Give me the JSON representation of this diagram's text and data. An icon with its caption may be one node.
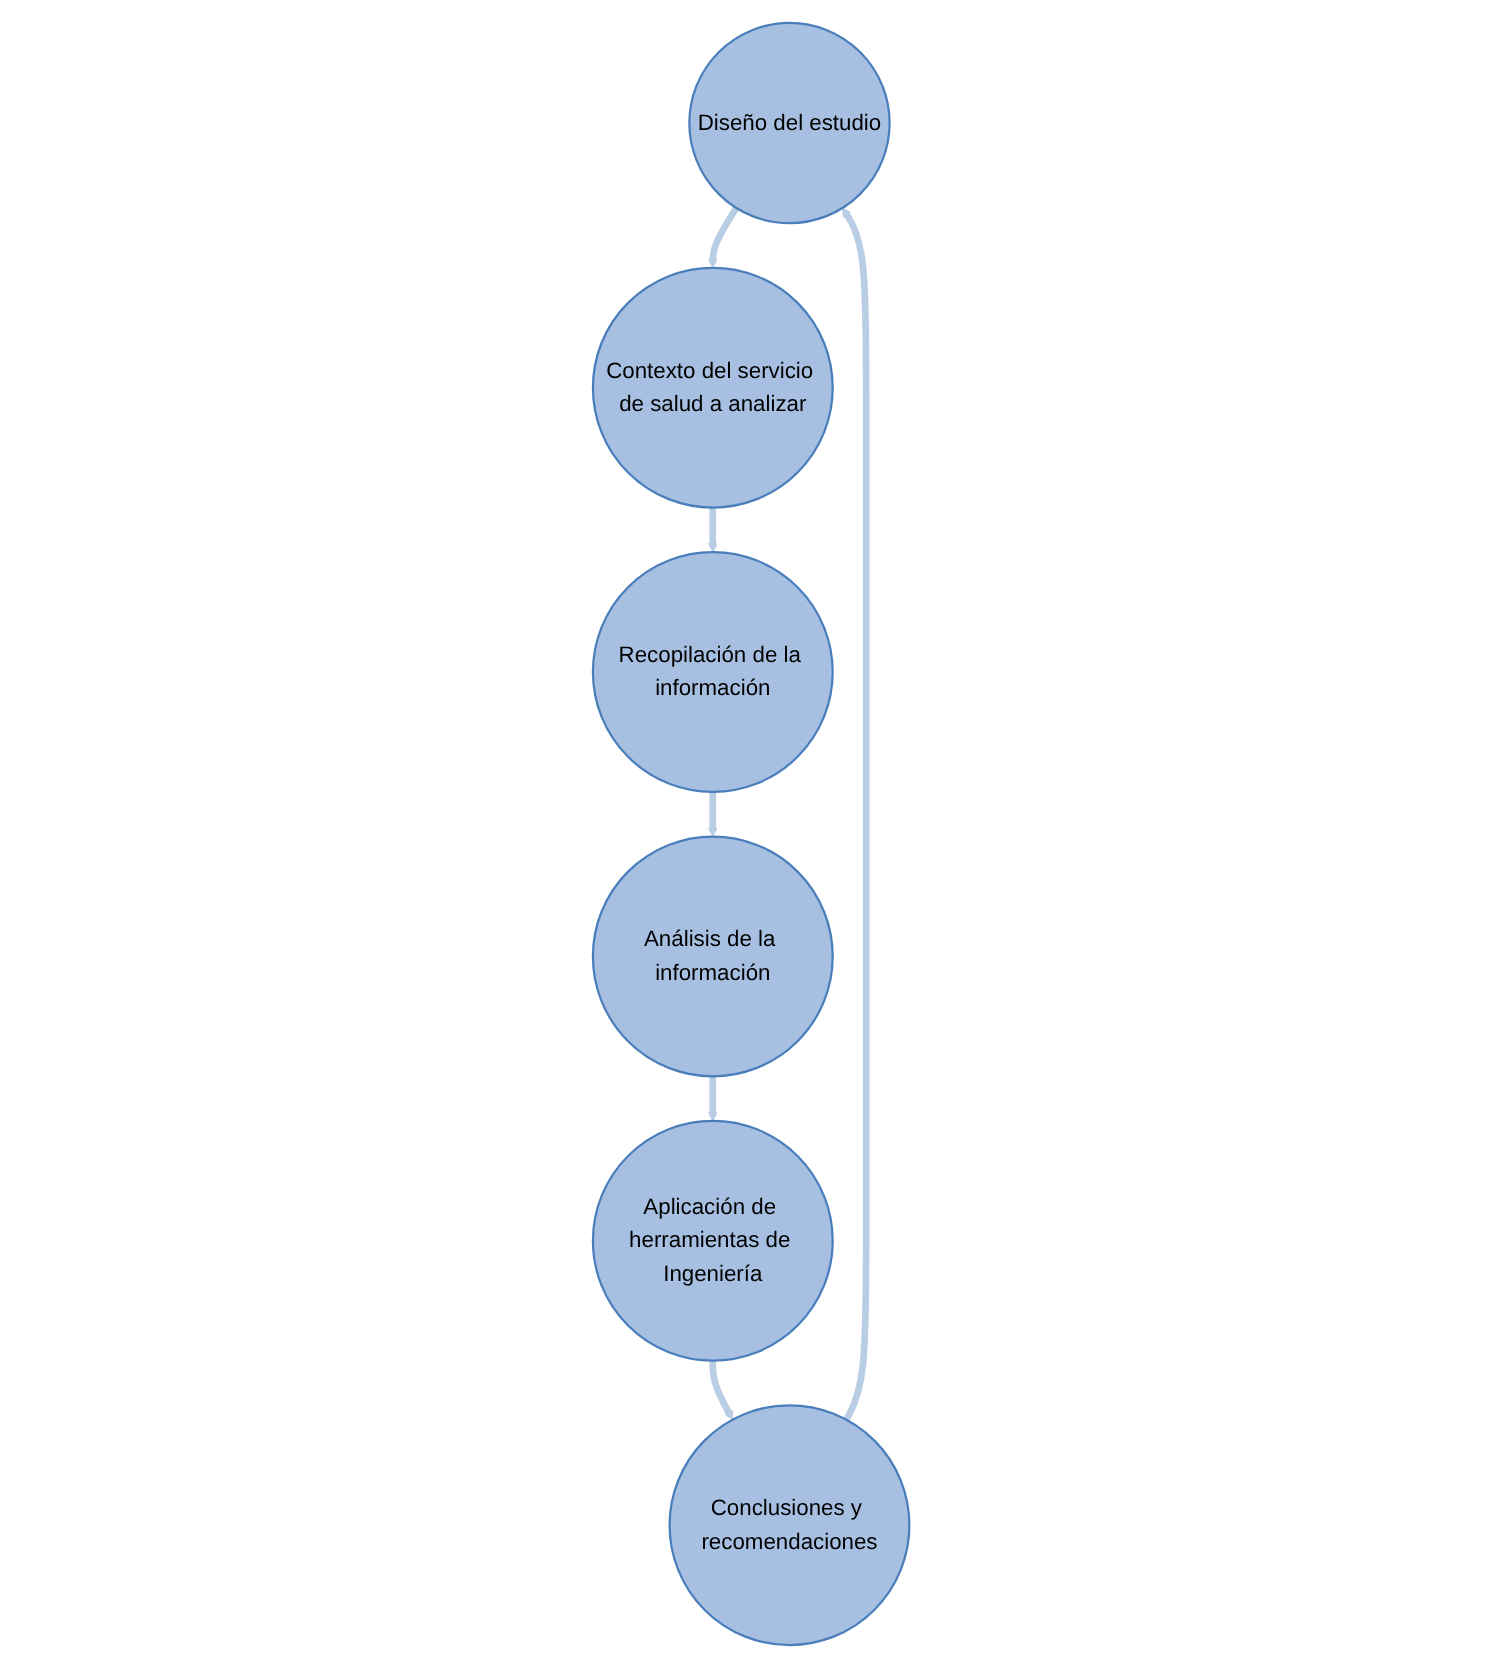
{
  "diagram": {
    "nodes": [
      {
        "text": [
          "Diseño del estudio"
        ]
      },
      {
        "text": [
          "Contexto del servicio de salud a analizar"
        ]
      },
      {
        "text": [
          "Recopilación de la información"
        ]
      },
      {
        "text": [
          "Análisis de la información"
        ]
      },
      {
        "text": [
          "Aplicación de herramientas de Ingeniería"
        ]
      },
      {
        "text": [
          "Conclusiones y recomendaciones"
        ]
      }
    ],
    "edges": [
      {
        "from": 0,
        "to": 1,
        "arrow": "to"
      },
      {
        "from": 1,
        "to": 2,
        "arrow": "to"
      },
      {
        "from": 2,
        "to": 3,
        "arrow": "to"
      },
      {
        "from": 3,
        "to": 4,
        "arrow": "to"
      },
      {
        "from": 4,
        "to": 5,
        "arrow": "to"
      },
      {
        "from": 5,
        "to": 0,
        "arrow": "to"
      }
    ]
  }
}
